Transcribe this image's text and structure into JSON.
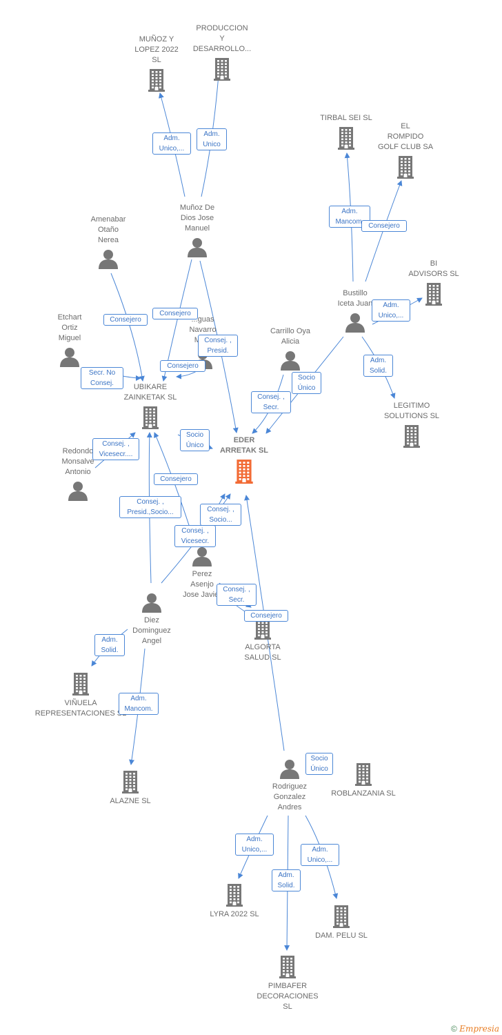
{
  "colors": {
    "edge": "#4a86d6",
    "node": "#777777",
    "main_node": "#f26b35",
    "label": "#6b6b6b"
  },
  "nodes": [
    {
      "id": "munoz-lopez",
      "type": "company",
      "label": "MUÑOZ Y\nLOPEZ 2022\nSL"
    },
    {
      "id": "produccion",
      "type": "company",
      "label": "PRODUCCION\nY\nDESARROLLO..."
    },
    {
      "id": "tirbal",
      "type": "company",
      "label": "TIRBAL SEI  SL"
    },
    {
      "id": "el-rompido",
      "type": "company",
      "label": "EL\nROMPIDO\nGOLF CLUB SA"
    },
    {
      "id": "bi-advisors",
      "type": "company",
      "label": "BI\nADVISORS  SL"
    },
    {
      "id": "munoz-dios",
      "type": "person",
      "label": "Muñoz De\nDios Jose\nManuel"
    },
    {
      "id": "amenabar",
      "type": "person",
      "label": "Amenabar\nOtaño\nNerea"
    },
    {
      "id": "bustillo",
      "type": "person",
      "label": "Bustillo\nIceta Juan"
    },
    {
      "id": "etchart",
      "type": "person",
      "label": "Etchart\nOrtiz\nMiguel"
    },
    {
      "id": "aguas",
      "type": "person",
      "label": "...guas\nNavarro\nMa..."
    },
    {
      "id": "carrillo",
      "type": "person",
      "label": "Carrillo Oya\nAlicia"
    },
    {
      "id": "ubikare",
      "type": "company",
      "label": "UBIKARE\nZAINKETAK  SL"
    },
    {
      "id": "legitimo",
      "type": "company",
      "label": "LEGITIMO\nSOLUTIONS  SL"
    },
    {
      "id": "eder",
      "type": "main",
      "label": "EDER\nARRETAK  SL"
    },
    {
      "id": "redondo",
      "type": "person",
      "label": "Redondo\nMonsalve\nAntonio"
    },
    {
      "id": "perez",
      "type": "person",
      "label": "Perez\nAsenjo\nJose Javier"
    },
    {
      "id": "diez",
      "type": "person",
      "label": "Diez\nDominguez\nAngel"
    },
    {
      "id": "algorta",
      "type": "company",
      "label": "ALGORTA\nSALUD  SL"
    },
    {
      "id": "vinuela",
      "type": "company",
      "label": "VIÑUELA\nREPRESENTACIONES SL"
    },
    {
      "id": "alazne",
      "type": "company",
      "label": "ALAZNE  SL"
    },
    {
      "id": "rodriguez",
      "type": "person",
      "label": "Rodriguez\nGonzalez\nAndres"
    },
    {
      "id": "roblanzania",
      "type": "company",
      "label": "ROBLANZANIA SL"
    },
    {
      "id": "lyra",
      "type": "company",
      "label": "LYRA 2022  SL"
    },
    {
      "id": "dam-pelu",
      "type": "company",
      "label": "DAM. PELU  SL"
    },
    {
      "id": "pimbafer",
      "type": "company",
      "label": "PIMBAFER\nDECORACIONES\nSL"
    }
  ],
  "relations": [
    {
      "from": "munoz-dios",
      "to": "munoz-lopez",
      "label": "Adm.\nUnico,..."
    },
    {
      "from": "munoz-dios",
      "to": "produccion",
      "label": "Adm.\nUnico"
    },
    {
      "from": "bustillo",
      "to": "tirbal",
      "label": "Adm.\nMancom."
    },
    {
      "from": "bustillo",
      "to": "el-rompido",
      "label": "Consejero"
    },
    {
      "from": "bustillo",
      "to": "bi-advisors",
      "label": "Adm.\nUnico,..."
    },
    {
      "from": "bustillo",
      "to": "legitimo",
      "label": "Adm.\nSolid."
    },
    {
      "from": "bustillo",
      "to": "eder",
      "label": "Socio\nÚnico"
    },
    {
      "from": "amenabar",
      "to": "ubikare",
      "label": "Consejero"
    },
    {
      "from": "munoz-dios",
      "to": "ubikare",
      "label": "Consejero"
    },
    {
      "from": "aguas",
      "to": "ubikare",
      "label": "Consejero"
    },
    {
      "from": "munoz-dios",
      "to": "eder",
      "label": "Consej. ,\nPresid."
    },
    {
      "from": "etchart",
      "to": "ubikare",
      "label": "Secr.  No\nConsej."
    },
    {
      "from": "carrillo",
      "to": "eder",
      "label": "Consej. ,\nSecr."
    },
    {
      "from": "ubikare",
      "to": "eder",
      "label": "Socio\nÚnico"
    },
    {
      "from": "redondo",
      "to": "ubikare",
      "label": "Consej. ,\nVicesecr...."
    },
    {
      "from": "perez",
      "to": "ubikare",
      "label": "Consejero"
    },
    {
      "from": "diez",
      "to": "ubikare",
      "label": "Consej. ,\nPresid.,Socio..."
    },
    {
      "from": "diez",
      "to": "eder",
      "label": "Consej. ,\nSocio..."
    },
    {
      "from": "perez",
      "to": "eder",
      "label": "Consej. ,\nVicesecr."
    },
    {
      "from": "perez",
      "to": "algorta",
      "label": "Consej. ,\nSecr."
    },
    {
      "from": "perez",
      "to": "algorta",
      "label": "Consejero"
    },
    {
      "from": "diez",
      "to": "vinuela",
      "label": "Adm.\nSolid."
    },
    {
      "from": "diez",
      "to": "alazne",
      "label": "Adm.\nMancom."
    },
    {
      "from": "rodriguez",
      "to": "eder",
      "label": "Socio\nÚnico"
    },
    {
      "from": "rodriguez",
      "to": "lyra",
      "label": "Adm.\nUnico,..."
    },
    {
      "from": "rodriguez",
      "to": "pimbafer",
      "label": "Adm.\nSolid."
    },
    {
      "from": "rodriguez",
      "to": "dam-pelu",
      "label": "Adm.\nUnico,..."
    }
  ],
  "footer": {
    "copyright": "©",
    "brand": "Empresia"
  }
}
